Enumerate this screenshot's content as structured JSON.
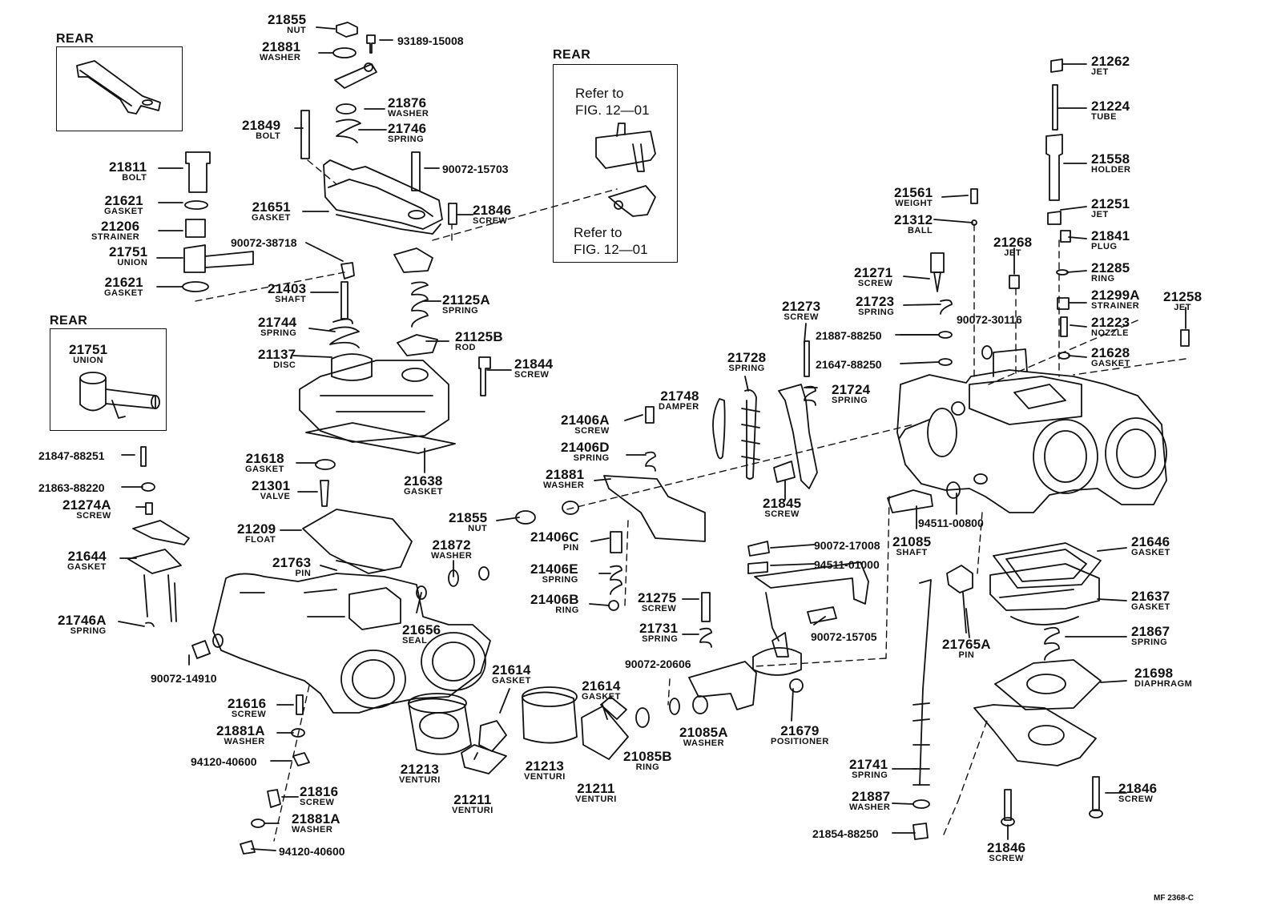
{
  "inset_rear_label": "REAR",
  "refer": {
    "line1": "Refer to",
    "line2": "FIG. 12—01"
  },
  "union_inset": {
    "num": "21751",
    "name": "UNION"
  },
  "figure_code": "MF 2368-C",
  "labels": {
    "p21855_top": {
      "num": "21855",
      "name": "NUT"
    },
    "p21881_top": {
      "num": "21881",
      "name": "WASHER"
    },
    "p21876": {
      "num": "21876",
      "name": "WASHER"
    },
    "p21746": {
      "num": "21746",
      "name": "SPRING"
    },
    "p21849": {
      "num": "21849",
      "name": "BOLT"
    },
    "p21811": {
      "num": "21811",
      "name": "BOLT"
    },
    "p21621a": {
      "num": "21621",
      "name": "GASKET"
    },
    "p21206": {
      "num": "21206",
      "name": "STRAINER"
    },
    "p21751": {
      "num": "21751",
      "name": "UNION"
    },
    "p21621b": {
      "num": "21621",
      "name": "GASKET"
    },
    "p21651": {
      "num": "21651",
      "name": "GASKET"
    },
    "p21846_top": {
      "num": "21846",
      "name": "SCREW"
    },
    "p21403": {
      "num": "21403",
      "name": "SHAFT"
    },
    "p21125A": {
      "num": "21125A",
      "name": "SPRING"
    },
    "p21744": {
      "num": "21744",
      "name": "SPRING"
    },
    "p21125B": {
      "num": "21125B",
      "name": "ROD"
    },
    "p21137": {
      "num": "21137",
      "name": "DISC"
    },
    "p21844": {
      "num": "21844",
      "name": "SCREW"
    },
    "p21638": {
      "num": "21638",
      "name": "GASKET"
    },
    "p21618": {
      "num": "21618",
      "name": "GASKET"
    },
    "p21301": {
      "num": "21301",
      "name": "VALVE"
    },
    "p21209": {
      "num": "21209",
      "name": "FLOAT"
    },
    "p21763": {
      "num": "21763",
      "name": "PIN"
    },
    "p21274A": {
      "num": "21274A",
      "name": "SCREW"
    },
    "p21644": {
      "num": "21644",
      "name": "GASKET"
    },
    "p21746A": {
      "num": "21746A",
      "name": "SPRING"
    },
    "p21656": {
      "num": "21656",
      "name": "SEAL"
    },
    "p21616": {
      "num": "21616",
      "name": "SCREW"
    },
    "p21881A_a": {
      "num": "21881A",
      "name": "WASHER"
    },
    "p21816": {
      "num": "21816",
      "name": "SCREW"
    },
    "p21881A_b": {
      "num": "21881A",
      "name": "WASHER"
    },
    "p21213a": {
      "num": "21213",
      "name": "VENTURI"
    },
    "p21211a": {
      "num": "21211",
      "name": "VENTURI"
    },
    "p21614a": {
      "num": "21614",
      "name": "GASKET"
    },
    "p21213b": {
      "num": "21213",
      "name": "VENTURI"
    },
    "p21614b": {
      "num": "21614",
      "name": "GASKET"
    },
    "p21211b": {
      "num": "21211",
      "name": "VENTURI"
    },
    "p21085B": {
      "num": "21085B",
      "name": "RING"
    },
    "p21085A": {
      "num": "21085A",
      "name": "WASHER"
    },
    "p21855_mid": {
      "num": "21855",
      "name": "NUT"
    },
    "p21872": {
      "num": "21872",
      "name": "WASHER"
    },
    "p21406A": {
      "num": "21406A",
      "name": "SCREW"
    },
    "p21406D": {
      "num": "21406D",
      "name": "SPRING"
    },
    "p21881_mid": {
      "num": "21881",
      "name": "WASHER"
    },
    "p21406C": {
      "num": "21406C",
      "name": "PIN"
    },
    "p21406E": {
      "num": "21406E",
      "name": "SPRING"
    },
    "p21406B": {
      "num": "21406B",
      "name": "RING"
    },
    "p21748": {
      "num": "21748",
      "name": "DAMPER"
    },
    "p21728": {
      "num": "21728",
      "name": "SPRING"
    },
    "p21273": {
      "num": "21273",
      "name": "SCREW"
    },
    "p21724": {
      "num": "21724",
      "name": "SPRING"
    },
    "p21845": {
      "num": "21845",
      "name": "SCREW"
    },
    "p21275": {
      "num": "21275",
      "name": "SCREW"
    },
    "p21731": {
      "num": "21731",
      "name": "SPRING"
    },
    "p21679": {
      "num": "21679",
      "name": "POSITIONER"
    },
    "p21561": {
      "num": "21561",
      "name": "WEIGHT"
    },
    "p21312": {
      "num": "21312",
      "name": "BALL"
    },
    "p21271": {
      "num": "21271",
      "name": "SCREW"
    },
    "p21723": {
      "num": "21723",
      "name": "SPRING"
    },
    "p21268": {
      "num": "21268",
      "name": "JET"
    },
    "p21262": {
      "num": "21262",
      "name": "JET"
    },
    "p21224": {
      "num": "21224",
      "name": "TUBE"
    },
    "p21558": {
      "num": "21558",
      "name": "HOLDER"
    },
    "p21251": {
      "num": "21251",
      "name": "JET"
    },
    "p21841": {
      "num": "21841",
      "name": "PLUG"
    },
    "p21285": {
      "num": "21285",
      "name": "RING"
    },
    "p21299A": {
      "num": "21299A",
      "name": "STRAINER"
    },
    "p21223": {
      "num": "21223",
      "name": "NOZZLE"
    },
    "p21258": {
      "num": "21258",
      "name": "JET"
    },
    "p21628": {
      "num": "21628",
      "name": "GASKET"
    },
    "p21085": {
      "num": "21085",
      "name": "SHAFT"
    },
    "p21765A": {
      "num": "21765A",
      "name": "PIN"
    },
    "p21646": {
      "num": "21646",
      "name": "GASKET"
    },
    "p21637": {
      "num": "21637",
      "name": "GASKET"
    },
    "p21867": {
      "num": "21867",
      "name": "SPRING"
    },
    "p21698": {
      "num": "21698",
      "name": "DIAPHRAGM"
    },
    "p21741": {
      "num": "21741",
      "name": "SPRING"
    },
    "p21887": {
      "num": "21887",
      "name": "WASHER"
    },
    "p21846_br": {
      "num": "21846",
      "name": "SCREW"
    },
    "p21846_bot": {
      "num": "21846",
      "name": "SCREW"
    }
  },
  "part_numbers": {
    "n93189_15008": "93189-15008",
    "n90072_15703": "90072-15703",
    "n90072_38718": "90072-38718",
    "n21847_88251": "21847-88251",
    "n21863_88220": "21863-88220",
    "n90072_14910": "90072-14910",
    "n94120_40600a": "94120-40600",
    "n94120_40600b": "94120-40600",
    "n90072_20606": "90072-20606",
    "n90072_17008": "90072-17008",
    "n94511_01000": "94511-01000",
    "n90072_15705": "90072-15705",
    "n94511_00800": "94511-00800",
    "n21887_88250": "21887-88250",
    "n21647_88250": "21647-88250",
    "n90072_30116": "90072-30116",
    "n21854_88250": "21854-88250"
  }
}
